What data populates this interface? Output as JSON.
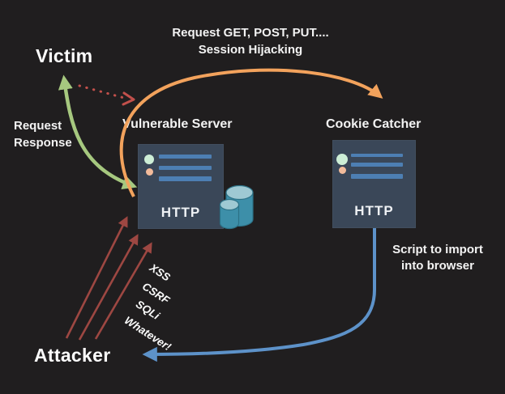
{
  "diagram": {
    "victim_label": "Victim",
    "attacker_label": "Attacker",
    "top_note_line1": "Request GET, POST, PUT....",
    "top_note_line2": "Session Hijacking",
    "left_note_line1": "Request",
    "left_note_line2": "Response",
    "script_note_line1": "Script to import",
    "script_note_line2": "into browser",
    "server_title": "Vulnerable Server",
    "server_protocol": "HTTP",
    "catcher_title": "Cookie Catcher",
    "catcher_protocol": "HTTP",
    "attack_labels": [
      "XSS",
      "CSRF",
      "SQLi",
      "Whatever!"
    ]
  },
  "colors": {
    "background": "#201e1f",
    "node_box": "#3a4758",
    "node_line": "#4d7fb3",
    "status_dot_green": "#cdeed6",
    "status_dot_peach": "#f2bb9b",
    "arrow_orange": "#f2a25c",
    "arrow_green": "#a6c87f",
    "arrow_red": "#9d4742",
    "arrow_dotted_red": "#c2504b",
    "arrow_blue": "#5d92c9",
    "db_body": "#3d8fa9",
    "db_top": "#9fc9d3",
    "text": "#f5f5f5"
  }
}
